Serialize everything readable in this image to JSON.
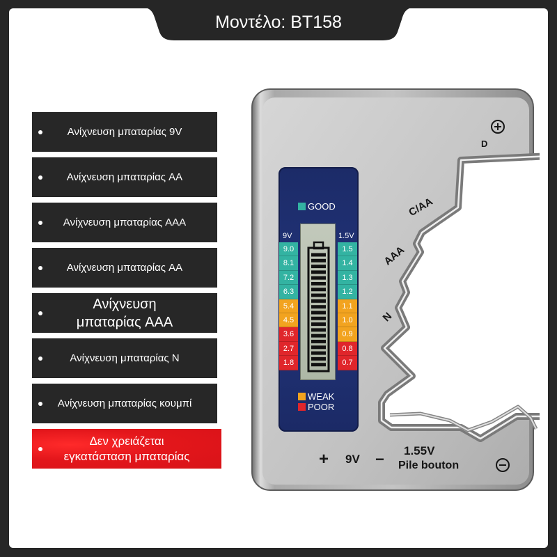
{
  "title": "Μοντέλο: BT158",
  "features": [
    {
      "label": "Ανίχνευση μπαταρίας 9V"
    },
    {
      "label": "Ανίχνευση μπαταρίας AA"
    },
    {
      "label": "Ανίχνευση μπαταρίας AAA"
    },
    {
      "label": "Ανίχνευση μπαταρίας AA"
    },
    {
      "label": "Ανίχνευση\nμπαταρίας AAA"
    },
    {
      "label": "Ανίχνευση μπαταρίας N"
    },
    {
      "label": "Ανίχνευση μπαταρίας κουμπί"
    }
  ],
  "notice": {
    "label": "Δεν χρειάζεται\nεγκατάσταση μπαταρίας"
  },
  "device": {
    "slot_labels": {
      "d": "D",
      "c_aa": "C/AA",
      "aaa": "AAA",
      "n": "N"
    },
    "bottom_labels": {
      "plus": "+",
      "nine_v": "9V",
      "minus": "−",
      "button_voltage": "1.55V",
      "button_name": "Pile bouton"
    },
    "icons": {
      "positive_terminal": "plus-circle-icon",
      "negative_terminal": "minus-circle-icon",
      "list_bullet": "bullet-icon",
      "lcd_indicator": "battery-level-icon"
    },
    "display": {
      "legend": {
        "good": "GOOD",
        "weak": "WEAK",
        "poor": "POOR"
      },
      "left_header": "9V",
      "right_header": "1.5V",
      "left_scale": [
        {
          "value": "9.0",
          "level": "good"
        },
        {
          "value": "8.1",
          "level": "good"
        },
        {
          "value": "7.2",
          "level": "good"
        },
        {
          "value": "6.3",
          "level": "good"
        },
        {
          "value": "5.4",
          "level": "weak"
        },
        {
          "value": "4.5",
          "level": "weak"
        },
        {
          "value": "3.6",
          "level": "poor"
        },
        {
          "value": "2.7",
          "level": "poor"
        },
        {
          "value": "1.8",
          "level": "poor"
        }
      ],
      "right_scale": [
        {
          "value": "1.5",
          "level": "good"
        },
        {
          "value": "1.4",
          "level": "good"
        },
        {
          "value": "1.3",
          "level": "good"
        },
        {
          "value": "1.2",
          "level": "good"
        },
        {
          "value": "1.1",
          "level": "weak"
        },
        {
          "value": "1.0",
          "level": "weak"
        },
        {
          "value": "0.9",
          "level": "weak"
        },
        {
          "value": "0.8",
          "level": "poor"
        },
        {
          "value": "0.7",
          "level": "poor"
        }
      ]
    }
  },
  "colors": {
    "good": "#33b3a2",
    "weak": "#f2a31f",
    "poor": "#e0262b",
    "feature_box": "#272727",
    "notice_box": "#e3161b",
    "display_panel": "#1f3070",
    "frame": "#262626"
  }
}
